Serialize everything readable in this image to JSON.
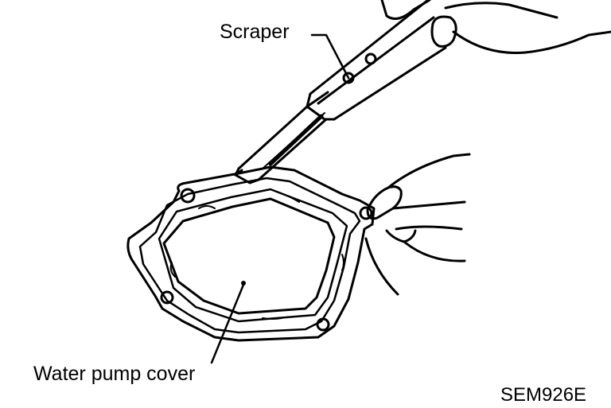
{
  "labels": {
    "scraper": "Scraper",
    "water_pump_cover": "Water pump cover",
    "figure_code": "SEM926E"
  },
  "colors": {
    "ink": "#000000",
    "paper": "#ffffff"
  }
}
